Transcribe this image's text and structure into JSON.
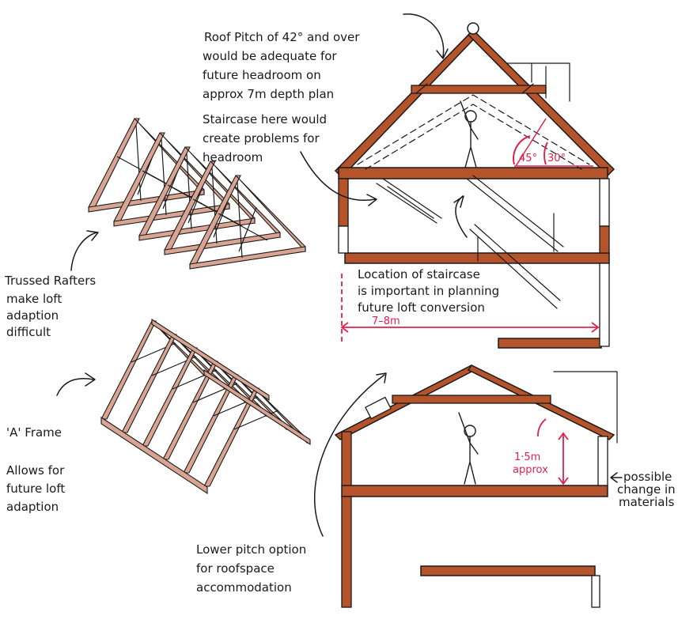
{
  "colors": {
    "timber": "#b5532a",
    "timber_light": "#d9a592",
    "ink": "#1a1a1a",
    "dimension_red": "#e0224a"
  },
  "annotations": {
    "roof_pitch": [
      "Roof Pitch of 42° and over",
      "would be adequate for",
      "future headroom on",
      "approx 7m depth plan"
    ],
    "staircase_problem": [
      "Staircase here would",
      "create problems for",
      "headroom"
    ],
    "trussed_rafters": [
      "Trussed Rafters",
      "make loft",
      "adaption",
      "difficult"
    ],
    "a_frame_title": "'A' Frame",
    "a_frame_desc": [
      "Allows for",
      "future loft",
      "adaption"
    ],
    "stair_location": [
      "Location of staircase",
      "is important in planning",
      "future loft conversion"
    ],
    "lower_pitch": [
      "Lower pitch option",
      "for roofspace",
      "accommodation"
    ],
    "materials": [
      "possible",
      "change in",
      "materials"
    ]
  },
  "dimensions": {
    "angle_45": "45°",
    "angle_30": "30°",
    "span": "7–8m",
    "headroom_value": "1·5m",
    "headroom_note": "approx"
  }
}
